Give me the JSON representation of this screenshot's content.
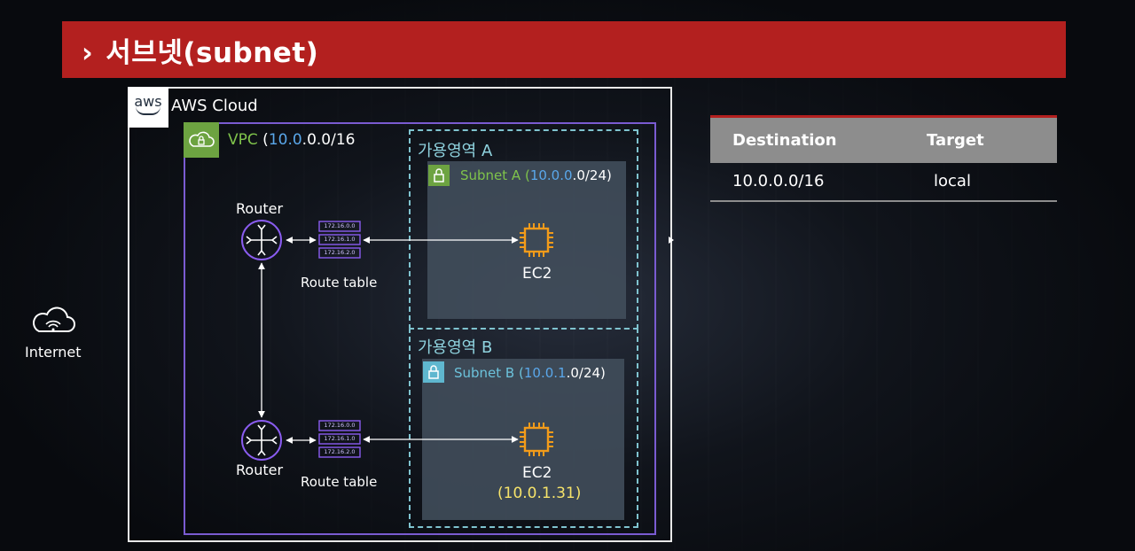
{
  "banner": {
    "chevron": "›",
    "title": "서브넷(subnet)"
  },
  "aws": {
    "logo_text": "aws",
    "label": "AWS Cloud"
  },
  "vpc": {
    "label": "VPC",
    "cidr_a": "10.0",
    "cidr_b": ".0.0/16"
  },
  "az_a": {
    "label": "가용영역 A"
  },
  "az_b": {
    "label": "가용영역 B"
  },
  "subnet_a": {
    "label": "Subnet A (",
    "cidr_a": "10.0.0",
    "cidr_b": ".0/24)"
  },
  "subnet_b": {
    "label": "Subnet B (",
    "cidr_a": "10.0.1",
    "cidr_b": ".0/24)"
  },
  "router_top": {
    "label": "Router"
  },
  "router_bottom": {
    "label": "Router"
  },
  "route_table_top": {
    "label": "Route table",
    "rows": [
      "172.16.0.0",
      "172.16.1.0",
      "172.16.2.0"
    ]
  },
  "route_table_bottom": {
    "label": "Route table",
    "rows": [
      "172.16.0.0",
      "172.16.1.0",
      "172.16.2.0"
    ]
  },
  "ec2_a": {
    "label": "EC2"
  },
  "ec2_b": {
    "label": "EC2",
    "ip": "(10.0.1.31)"
  },
  "internet": {
    "label": "Internet"
  },
  "routing_table": {
    "headers": [
      "Destination",
      "Target"
    ],
    "rows": [
      [
        "10.0.0.0/16",
        "local"
      ]
    ]
  },
  "colors": {
    "banner": "#b3201f",
    "vpc_border": "#7a5bd1",
    "vpc_icon": "#6da341",
    "az_border": "#7fc3cf",
    "ec2_orange": "#f29b1a",
    "router_purple": "#8a5cf0",
    "table_header": "#8d8d8d"
  }
}
